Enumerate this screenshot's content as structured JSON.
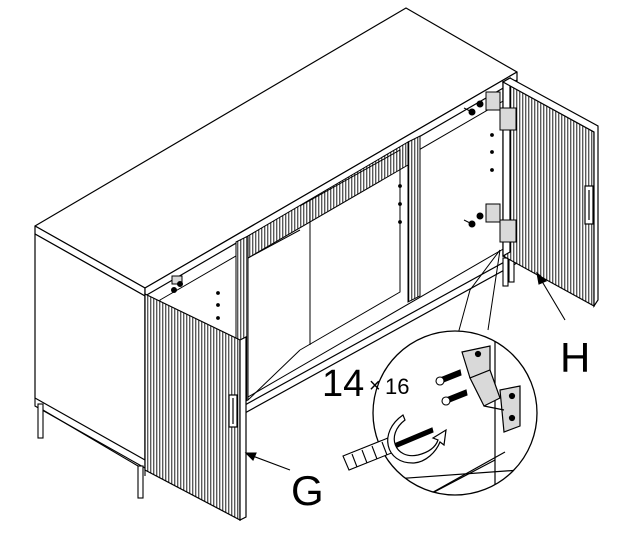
{
  "labels": {
    "left_door": "G",
    "right_door": "H",
    "screw_count": "14",
    "screw_separator": "×",
    "screw_length": "16"
  },
  "colors": {
    "line": "#000000",
    "background": "#ffffff",
    "hardware_fill": "#d9d9d9"
  },
  "icons": [
    "screwdriver-icon",
    "screw-icon",
    "hinge-icon",
    "rotation-arrow-icon"
  ]
}
